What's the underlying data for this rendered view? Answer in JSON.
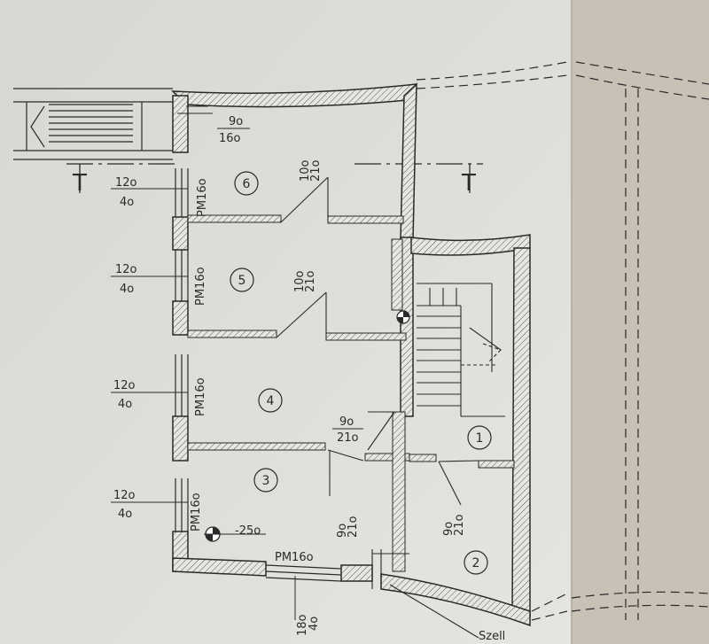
{
  "rooms": [
    {
      "number": "1"
    },
    {
      "number": "2"
    },
    {
      "number": "3"
    },
    {
      "number": "4"
    },
    {
      "number": "5"
    },
    {
      "number": "6"
    }
  ],
  "doors": {
    "room6": {
      "width": "10o",
      "height": "21o"
    },
    "room5": {
      "width": "10o",
      "height": "21o"
    },
    "room4": {
      "width": "9o",
      "height": "21o"
    },
    "room3": {
      "width": "9o",
      "height": "21o"
    },
    "room2": {
      "width": "9o",
      "height": "21o"
    },
    "top": {
      "width": "9o",
      "height": "16o"
    }
  },
  "windows": {
    "w6": {
      "width": "12o",
      "height": "4o",
      "type": "PM16o"
    },
    "w5": {
      "width": "12o",
      "height": "4o",
      "type": "PM16o"
    },
    "w4": {
      "width": "12o",
      "height": "4o",
      "type": "PM16o"
    },
    "w3": {
      "width": "12o",
      "height": "4o",
      "type": "PM16o"
    },
    "bottom": {
      "width": "18o",
      "height": "4o",
      "type": "PM16o"
    }
  },
  "level": "-25o",
  "section_mark": "T",
  "corner_text": "Szell"
}
